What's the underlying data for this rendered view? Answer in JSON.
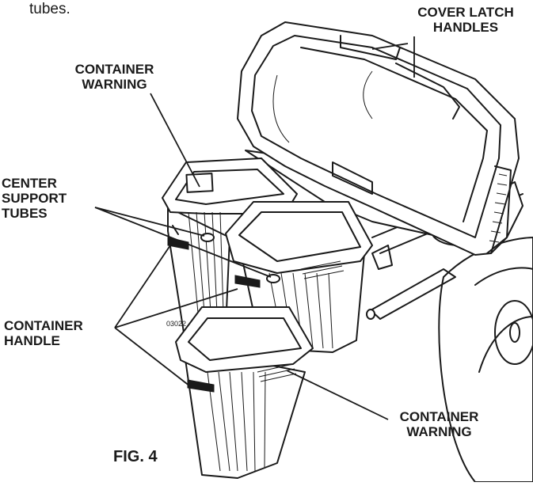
{
  "intro_fragment": "tubes.",
  "labels": {
    "cover_latch_handles": [
      "COVER LATCH",
      "HANDLES"
    ],
    "container_warning_top": [
      "CONTAINER",
      "WARNING"
    ],
    "center_support_tubes": [
      "CENTER",
      "SUPPORT",
      "TUBES"
    ],
    "container_handle": [
      "CONTAINER",
      "HANDLE"
    ],
    "container_warning_bottom": [
      "CONTAINER",
      "WARNING"
    ],
    "figure_caption": "FIG. 4"
  },
  "drawing_code": "03022"
}
